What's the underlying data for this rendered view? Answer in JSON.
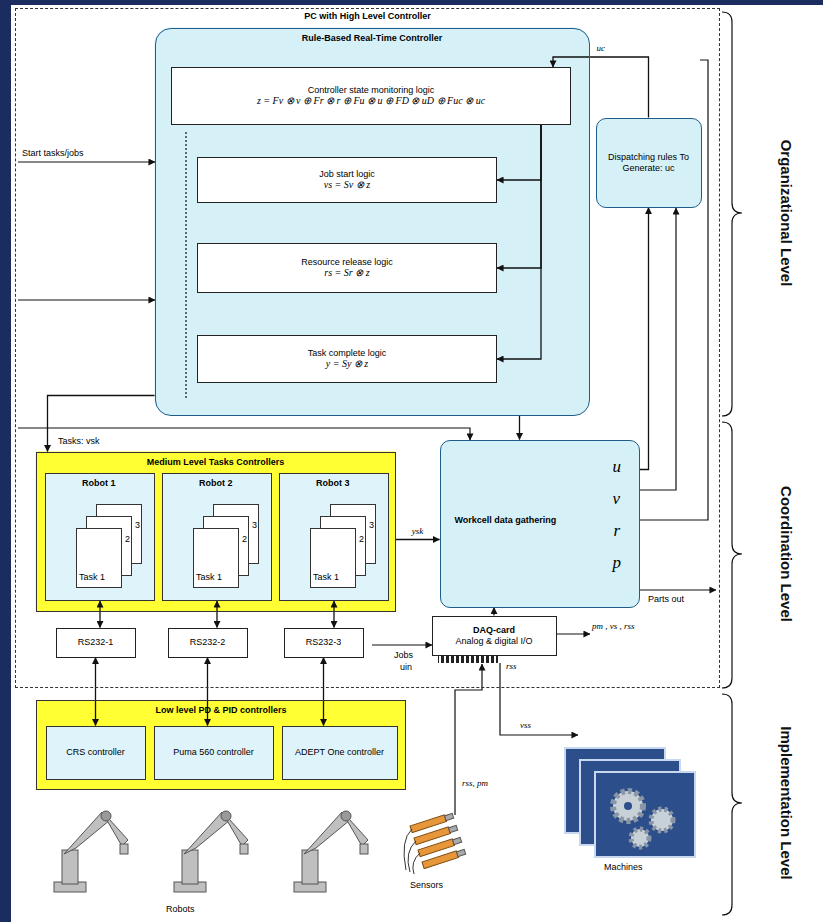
{
  "diagram": {
    "nodes": [
      {
        "text": [
          "PC with High Level Controller"
        ]
      },
      {
        "text": [
          "Rule-Based Real-Time Controller"
        ],
        "in": 0
      },
      {
        "text": [
          "Controller state monitoring logic",
          "z = Fv ⊗ v ⊕ Fr ⊗ r ⊕ Fu ⊗ u ⊕ FD ⊗ uD ⊕ Fuc ⊗ uc"
        ],
        "in": 1
      },
      {
        "text": [
          "Job start logic",
          "vs = Sv ⊗ z"
        ],
        "in": 1
      },
      {
        "text": [
          "Resource release logic",
          "rs = Sr ⊗ z"
        ],
        "in": 1
      },
      {
        "text": [
          "Task complete logic",
          "y = Sy ⊗ z"
        ],
        "in": 1
      },
      {
        "text": [
          "Dispatching rules To Generate: uc"
        ],
        "in": 0
      },
      {
        "text": [
          "Medium Level Tasks Controllers"
        ],
        "in": 0
      },
      {
        "text": [
          "Robot 1",
          "3",
          "2",
          "Task 1"
        ],
        "in": 7
      },
      {
        "text": [
          "Robot 2",
          "3",
          "2",
          "Task 1"
        ],
        "in": 7
      },
      {
        "text": [
          "Robot 3",
          "3",
          "2",
          "Task 1"
        ],
        "in": 7
      },
      {
        "text": [
          "Workcell data gathering",
          "u",
          "v",
          "r",
          "p"
        ],
        "in": 0
      },
      {
        "text": [
          "RS232-1"
        ],
        "in": 0
      },
      {
        "text": [
          "RS232-2"
        ],
        "in": 0
      },
      {
        "text": [
          "RS232-3"
        ],
        "in": 0
      },
      {
        "text": [
          "DAQ-card",
          "Analog & digital I/O"
        ],
        "in": 0
      },
      {
        "text": [
          "Low level PD & PID controllers"
        ]
      },
      {
        "text": [
          "CRS controller"
        ],
        "in": 16
      },
      {
        "text": [
          "Puma 560 controller"
        ],
        "in": 16
      },
      {
        "text": [
          "ADEPT One controller"
        ],
        "in": 16
      }
    ],
    "edges": [
      {
        "from": 2,
        "to": 3,
        "arrow": "to"
      },
      {
        "from": 2,
        "to": 4,
        "arrow": "to"
      },
      {
        "from": 2,
        "to": 5,
        "arrow": "to"
      },
      {
        "from": 6,
        "to": 2,
        "arrow": "to",
        "label": "uc"
      },
      {
        "from": 11,
        "to": 6,
        "arrow": "to"
      },
      {
        "from": 1,
        "to": 11,
        "arrow": "to"
      },
      {
        "from": 1,
        "to": 7,
        "arrow": "to"
      },
      {
        "from": 7,
        "to": 11,
        "arrow": "to",
        "label": "ysk"
      },
      {
        "from": 8,
        "to": 12,
        "arrow": "both"
      },
      {
        "from": 9,
        "to": 13,
        "arrow": "both"
      },
      {
        "from": 10,
        "to": 14,
        "arrow": "both"
      },
      {
        "from": 12,
        "to": 17,
        "arrow": "both"
      },
      {
        "from": 13,
        "to": 18,
        "arrow": "both"
      },
      {
        "from": 14,
        "to": 19,
        "arrow": "both"
      },
      {
        "from": 15,
        "to": 11,
        "arrow": "to"
      }
    ],
    "labels": [
      "Start tasks/jobs",
      "Tasks: vsk",
      "Parts out",
      "Jobs",
      "uin",
      "pm , vs , rss",
      "rss",
      "vss",
      "rss, pm",
      "Robots",
      "Sensors",
      "Machines",
      "Organizational Level",
      "Coordination Level",
      "Implementation Level"
    ]
  }
}
